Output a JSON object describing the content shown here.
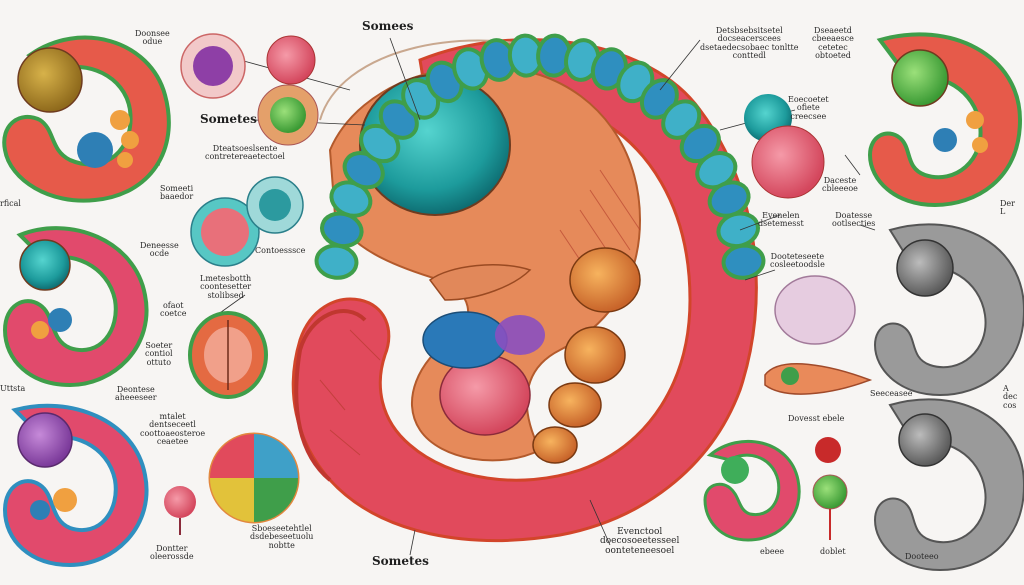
{
  "main_labels": {
    "top": "Somees",
    "left": "Sometes",
    "bottom": "Sometes"
  },
  "annotations": [
    {
      "id": "a-l1",
      "text": "Doonsee\nodue"
    },
    {
      "id": "a-l2",
      "text": "Someeti\nbaaedor"
    },
    {
      "id": "a-l3",
      "text": "rfical"
    },
    {
      "id": "a-l4",
      "text": "Deneesse\nocde"
    },
    {
      "id": "a-l5",
      "text": "Lmetesbotth\ncoontesetter\nstolibsed"
    },
    {
      "id": "a-l6",
      "text": "ofaot\ncoetce"
    },
    {
      "id": "a-l7",
      "text": "Soeter\ncontiol\nottuto"
    },
    {
      "id": "a-l8",
      "text": "Uttsta"
    },
    {
      "id": "a-l9",
      "text": "Deontese\naheeeseer"
    },
    {
      "id": "a-l10",
      "text": "mtalet\ndentseceetl\ncoottoaeosteroe\nceaetee"
    },
    {
      "id": "a-l11",
      "text": "Dontter\noleerossde"
    },
    {
      "id": "a-l12",
      "text": "Dteatsoeslsente\ncontretereaetectoel"
    },
    {
      "id": "a-l13",
      "text": "Contoesssce"
    },
    {
      "id": "a-l14",
      "text": "Sboeseetehtlel\ndsdebeseetuolu\nnobtte"
    },
    {
      "id": "a-r1",
      "text": "Detsbsebsitsetel\ndocseacerscees\ndsetaedecsobaec tonltte\nconttedl"
    },
    {
      "id": "a-r2",
      "text": "Dseaeetd\ncbeeaesce\ncetetec\nobtoeted"
    },
    {
      "id": "a-r3",
      "text": "Eoecoetet\nofiete\ncreecsee"
    },
    {
      "id": "a-r4",
      "text": "Daceste\ncbleeeoe"
    },
    {
      "id": "a-r5",
      "text": "Doatesse\nootlsecties"
    },
    {
      "id": "a-r6",
      "text": "Evenelen\ndsetemesst"
    },
    {
      "id": "a-r7",
      "text": "Dooteteseete\ncosleetoodsle"
    },
    {
      "id": "a-r8",
      "text": "Seeceasee"
    },
    {
      "id": "a-r9",
      "text": "Dovesst ebele"
    },
    {
      "id": "a-r10",
      "text": "Evenctool\ndoecosoeetesseel\noonteteneesoel"
    },
    {
      "id": "a-r11",
      "text": "ebeee"
    },
    {
      "id": "a-r12",
      "text": "doblet"
    },
    {
      "id": "a-r13",
      "text": "Dooteeo"
    },
    {
      "id": "a-r14",
      "text": "Der\nL"
    },
    {
      "id": "a-r15",
      "text": "A\ndec\ncos"
    }
  ],
  "colors": {
    "background": "#f7f5f3",
    "body_red": "#e14a5c",
    "body_orange": "#e2883f",
    "yolk_teal": "#23a5a6",
    "somite_blue": "#2f8fbf",
    "somite_green": "#3f9e4a",
    "gray_embryo": "#8d8d8d"
  }
}
